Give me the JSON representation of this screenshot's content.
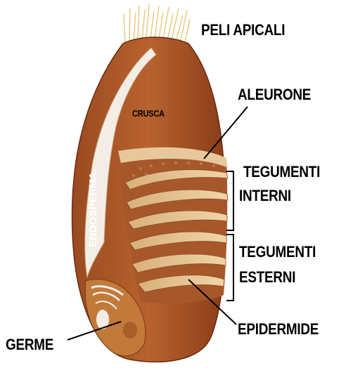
{
  "labels": {
    "peli_apicali": "PELI APICALI",
    "aleurone": "ALEURONE",
    "tegumenti_interni_1": "TEGUMENTI",
    "tegumenti_interni_2": "INTERNI",
    "tegumenti_esterni_1": "TEGUMENTI",
    "tegumenti_esterni_2": "ESTERNI",
    "epidermide": "EPIDERMIDE",
    "germe": "GERME",
    "crusca": "CRUSCA",
    "endosperma": "ENDOSPERMA"
  },
  "colors": {
    "bran": "#b05a2a",
    "bran_dark": "#8c3f1a",
    "endosperm": "#f3ece4",
    "layers": "#e8c79a",
    "hair": "#e9c87a",
    "germ": "#c98a3c"
  }
}
